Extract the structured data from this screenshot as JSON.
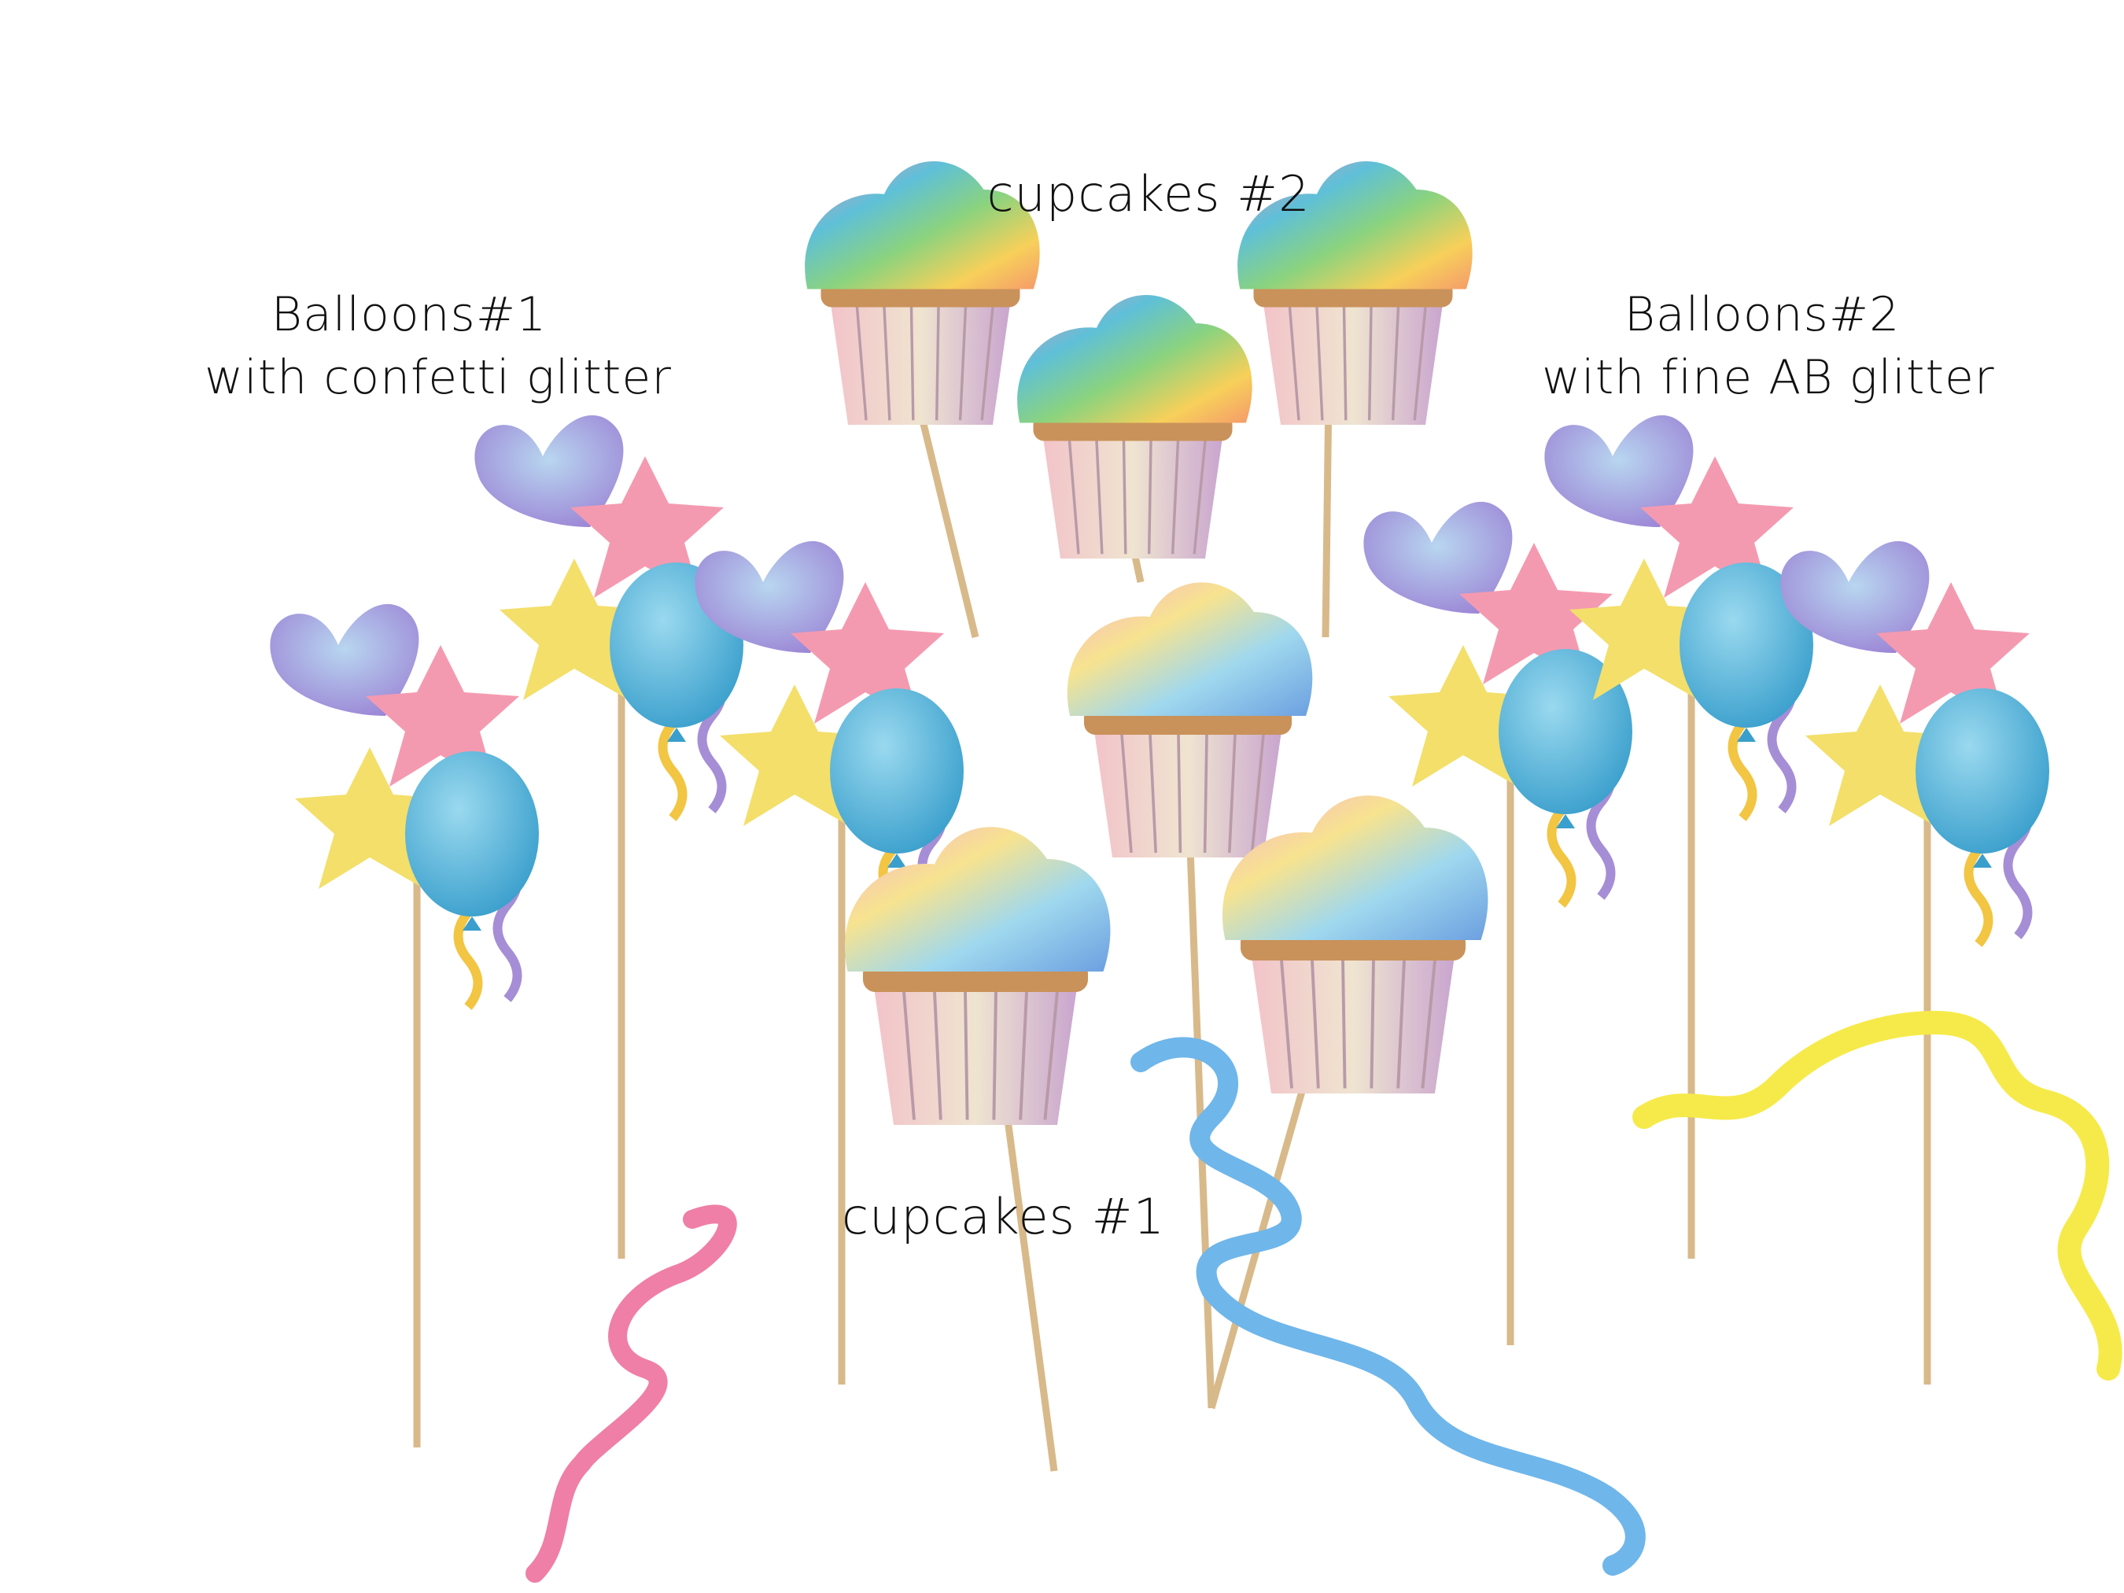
{
  "labels": {
    "balloons1_title": "Balloons#1",
    "balloons1_sub": "with confetti glitter",
    "balloons2_title": "Balloons#2",
    "balloons2_sub": "with fine AB glitter",
    "cupcakes2": "cupcakes #2",
    "cupcakes1": "cupcakes #1"
  },
  "colors": {
    "background": "#ffffff",
    "stick": "#d8b98a",
    "balloon_blue": "#4fb4dc",
    "star_pink": "#f49ab0",
    "star_yellow": "#f3df6a",
    "heart_purple": "#a58ed6",
    "ribbon_pink": "#ef7fa6",
    "ribbon_blue": "#6fb6ea",
    "ribbon_yellow": "#f6ea4a"
  }
}
